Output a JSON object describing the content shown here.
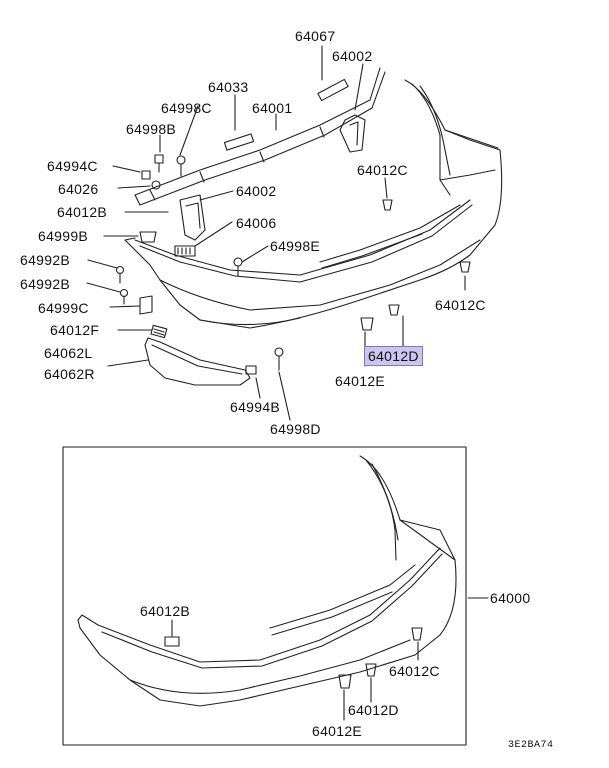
{
  "diagram": {
    "labels": {
      "p64067": "64067",
      "p64002_top": "64002",
      "p64033": "64033",
      "p64998C": "64998C",
      "p64001": "64001",
      "p64998B": "64998B",
      "p64994C": "64994C",
      "p64026": "64026",
      "p64002_mid": "64002",
      "p64012C_top": "64012C",
      "p64012B_top": "64012B",
      "p64006": "64006",
      "p64999B": "64999B",
      "p64998E": "64998E",
      "p64992B_1": "64992B",
      "p64992B_2": "64992B",
      "p64012C_right": "64012C",
      "p64999C": "64999C",
      "p64012F": "64012F",
      "p64012D_top": "64012D",
      "p64062L": "64062L",
      "p64062R": "64062R",
      "p64012E_top": "64012E",
      "p64994B": "64994B",
      "p64998D": "64998D",
      "p64012B_bottom": "64012B",
      "p64000": "64000",
      "p64012C_bottom": "64012C",
      "p64012D_bottom": "64012D",
      "p64012E_bottom": "64012E"
    },
    "diagram_code": "3E2BA74",
    "highlighted_part": "64012D",
    "highlight_color": "#c9c7ee",
    "line_color": "#222222"
  }
}
